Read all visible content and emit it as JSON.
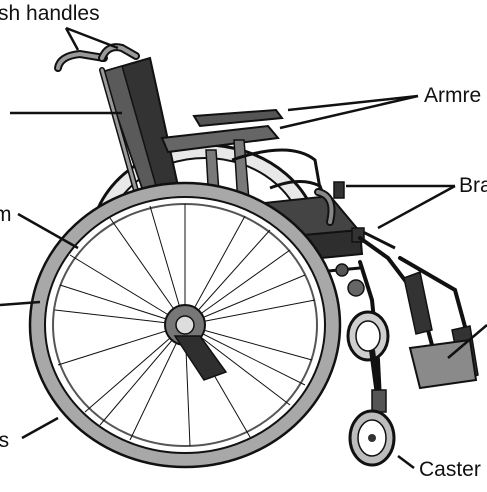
{
  "labels": {
    "push_handles": "sh handles",
    "armrest": "Armre",
    "brakes": "Bra",
    "frame": "m",
    "wheels": "ls",
    "caster": "Caster"
  },
  "colors": {
    "line": "#111111",
    "dark_fill": "#333333",
    "mid_fill": "#5a5a5a",
    "light_fill": "#9a9a9a",
    "tire_fill": "#a8a8a8"
  }
}
